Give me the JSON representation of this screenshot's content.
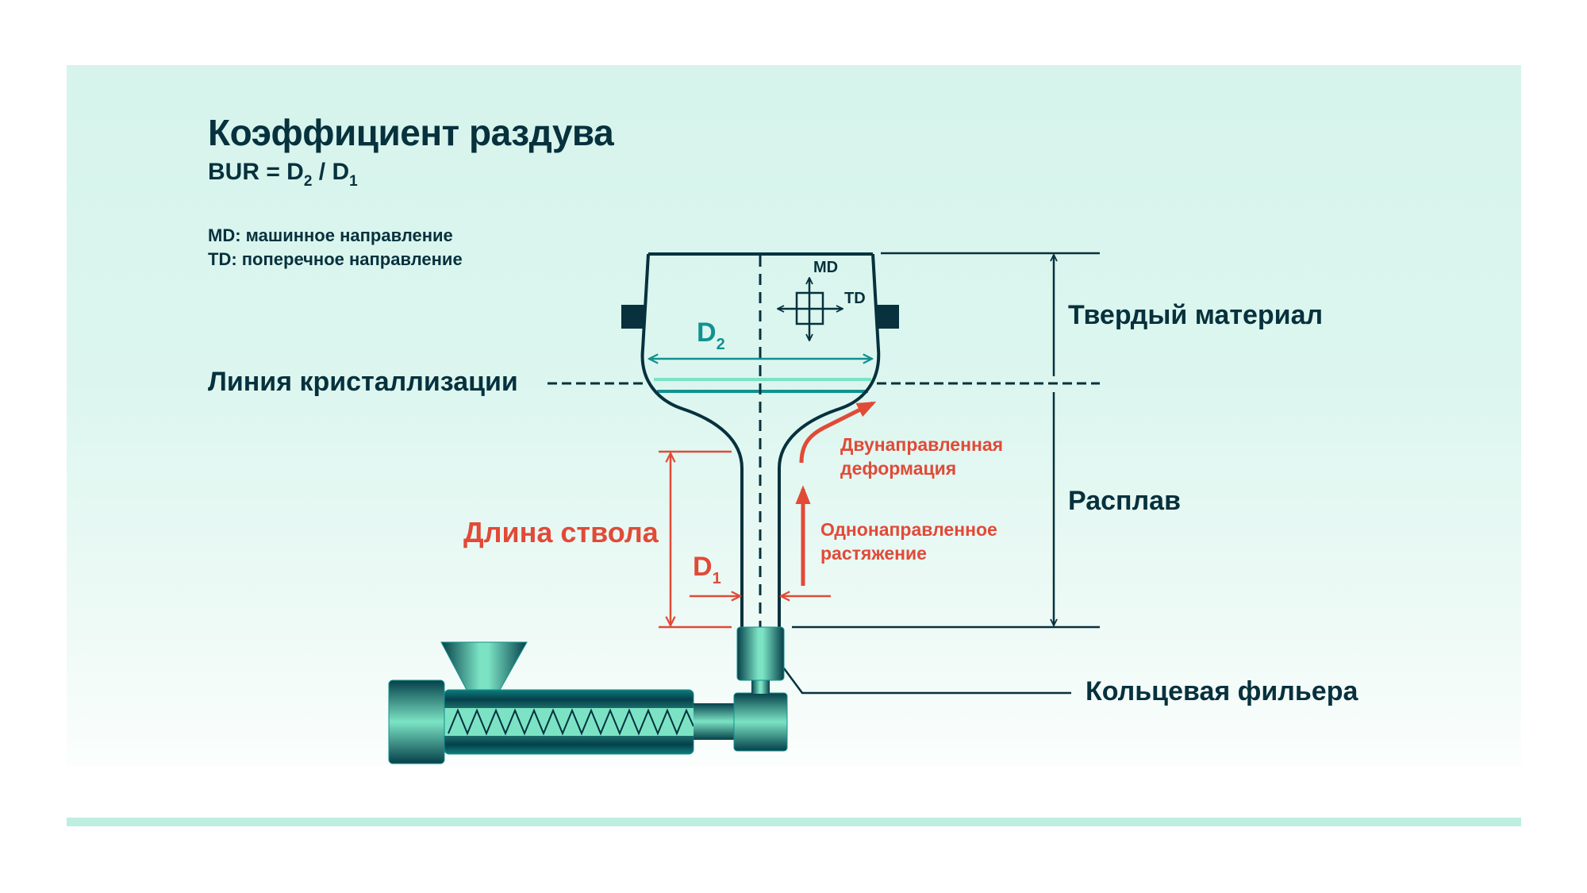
{
  "title": "Коэффициент раздува",
  "formula": {
    "prefix": "BUR = D",
    "sub_numerator": "2",
    "middle": "/ D",
    "sub_denominator": "1"
  },
  "legend": {
    "md": "MD: машинное направление",
    "td": "TD: поперечное направление"
  },
  "labels": {
    "crystallization_line": "Линия кристаллизации",
    "solid_material": "Твердый материал",
    "melt": "Расплав",
    "annular_die": "Кольцевая фильера",
    "stalk_length": "Длина ствола",
    "biaxial_deformation_line1": "Двунаправленная",
    "biaxial_deformation_line2": "деформация",
    "uniaxial_stretch_line1": "Однонаправленное",
    "uniaxial_stretch_line2": "растяжение",
    "d1": "D",
    "d1_sub": "1",
    "d2": "D",
    "d2_sub": "2",
    "md_axis": "MD",
    "td_axis": "TD"
  },
  "colors": {
    "dark": "#06313d",
    "accent_red": "#e14a37",
    "teal": "#11918f",
    "mint": "#7be3c4",
    "panel_bg": "#d6f4ec",
    "footer_bar": "#bdeee0"
  }
}
